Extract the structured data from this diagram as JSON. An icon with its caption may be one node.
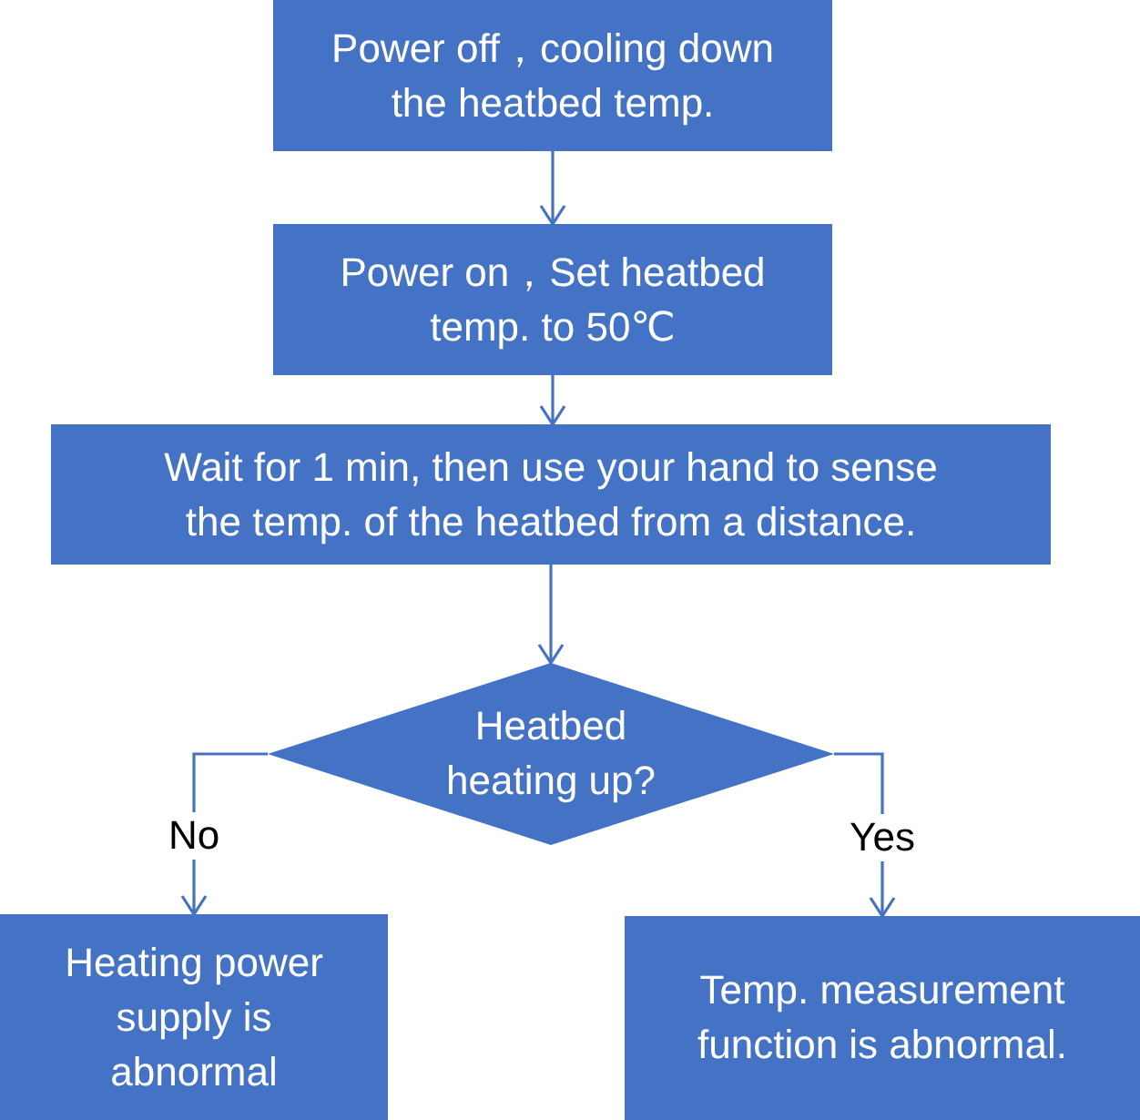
{
  "diagram": {
    "nodes": [
      {
        "text": [
          "Power off，cooling down the heatbed temp."
        ]
      },
      {
        "text": [
          "Power on，Set heatbed temp. to 50℃"
        ]
      },
      {
        "text": [
          "Wait for 1 min, then use your hand to sense the temp. of the heatbed from a distance."
        ]
      },
      {
        "text": [
          "Heatbed heating up?"
        ]
      },
      {
        "text": [
          "Heating power supply is abnormal"
        ]
      },
      {
        "text": [
          "Temp. measurement function is abnormal."
        ]
      }
    ],
    "edges": [
      {
        "from": 0,
        "to": 1,
        "arrow": "to"
      },
      {
        "from": 1,
        "to": 2,
        "arrow": "to"
      },
      {
        "from": 2,
        "to": 3,
        "arrow": "to"
      },
      {
        "from": 3,
        "to": 4,
        "arrow": "to",
        "label": "No"
      },
      {
        "from": 3,
        "to": 5,
        "arrow": "to",
        "label": "Yes"
      }
    ]
  }
}
